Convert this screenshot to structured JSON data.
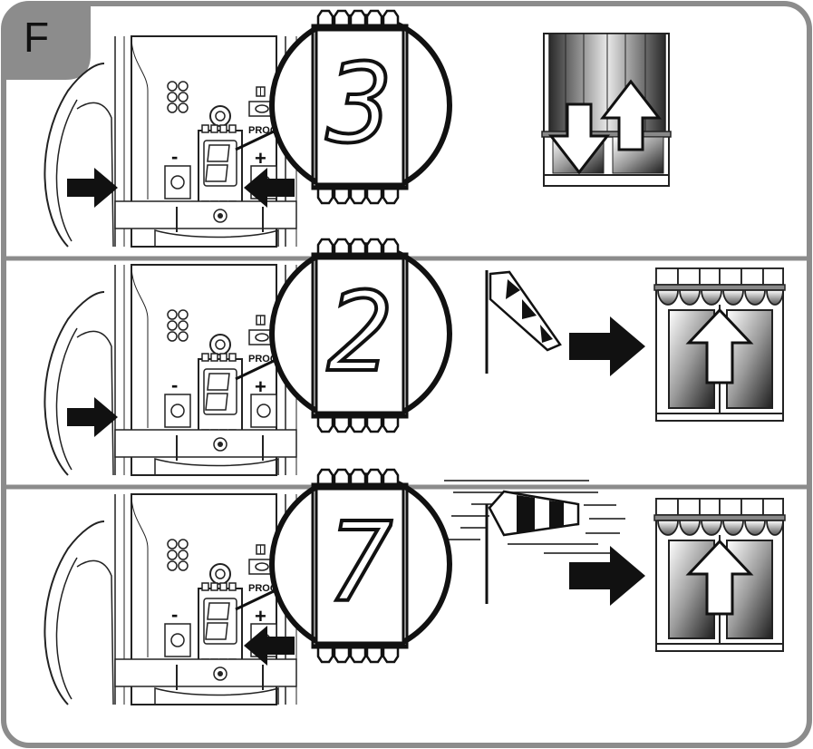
{
  "panel": {
    "label": "F",
    "border_color": "#8c8c8c",
    "tab_color": "#8c8c8c"
  },
  "controller": {
    "prog_label": "PROG",
    "plus_label": "+",
    "minus_label": "-"
  },
  "steps": [
    {
      "display_digit": "3",
      "buttons_pressed": [
        "minus",
        "plus"
      ],
      "result_icon": "awning-up-down-icon"
    },
    {
      "display_digit": "2",
      "buttons_pressed": [
        "minus"
      ],
      "wind_icon": "windsock-light-wind-icon",
      "result_icon": "awning-retract-icon"
    },
    {
      "display_digit": "7",
      "buttons_pressed": [
        "plus"
      ],
      "wind_icon": "windsock-strong-wind-icon",
      "result_icon": "awning-retract-icon"
    }
  ]
}
